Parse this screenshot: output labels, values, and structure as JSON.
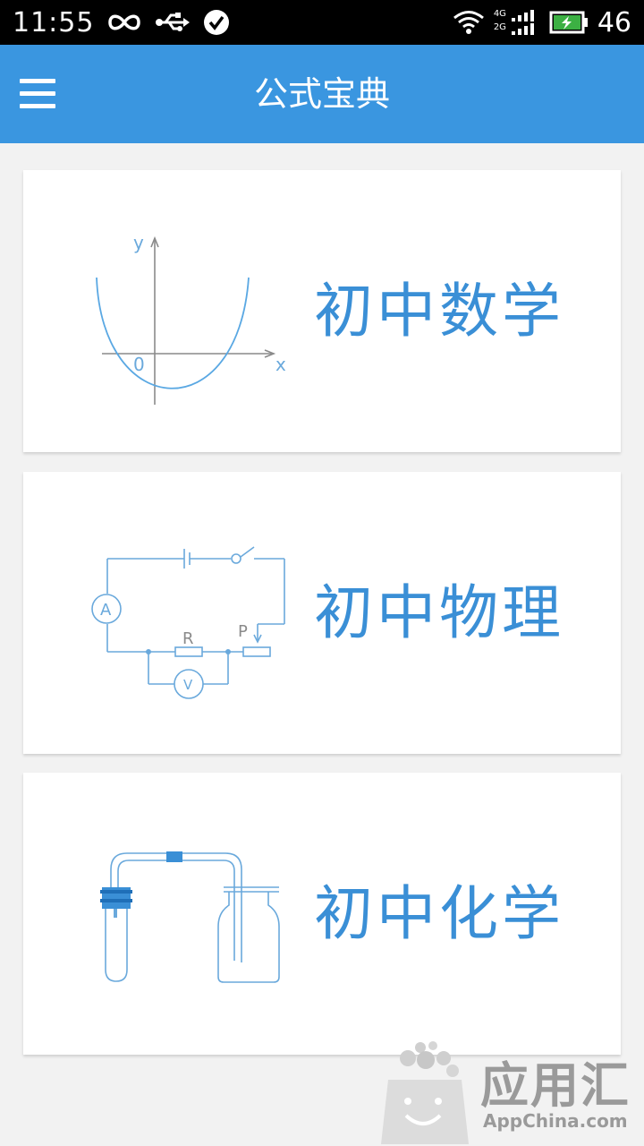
{
  "status_bar": {
    "time": "11:55",
    "battery_percent": "46",
    "net_top": "4G",
    "net_bottom": "2G",
    "icons": [
      "infinity-icon",
      "usb-icon",
      "check-circle-icon",
      "wifi-icon",
      "signal-icon",
      "battery-charging-icon"
    ]
  },
  "app_bar": {
    "title": "公式宝典",
    "menu_icon": "hamburger-menu-icon",
    "color": "#3a96e0"
  },
  "cards": [
    {
      "label": "初中数学",
      "illustration": "parabola-graph",
      "axis_y": "y",
      "axis_x": "x",
      "origin": "0"
    },
    {
      "label": "初中物理",
      "illustration": "circuit-diagram",
      "ammeter": "A",
      "voltmeter": "V",
      "resistor": "R",
      "rheostat": "P"
    },
    {
      "label": "初中化学",
      "illustration": "lab-apparatus"
    }
  ],
  "watermark": {
    "title": "应用汇",
    "subtitle": "AppChina.com"
  },
  "accent_color": "#3a8fd6"
}
